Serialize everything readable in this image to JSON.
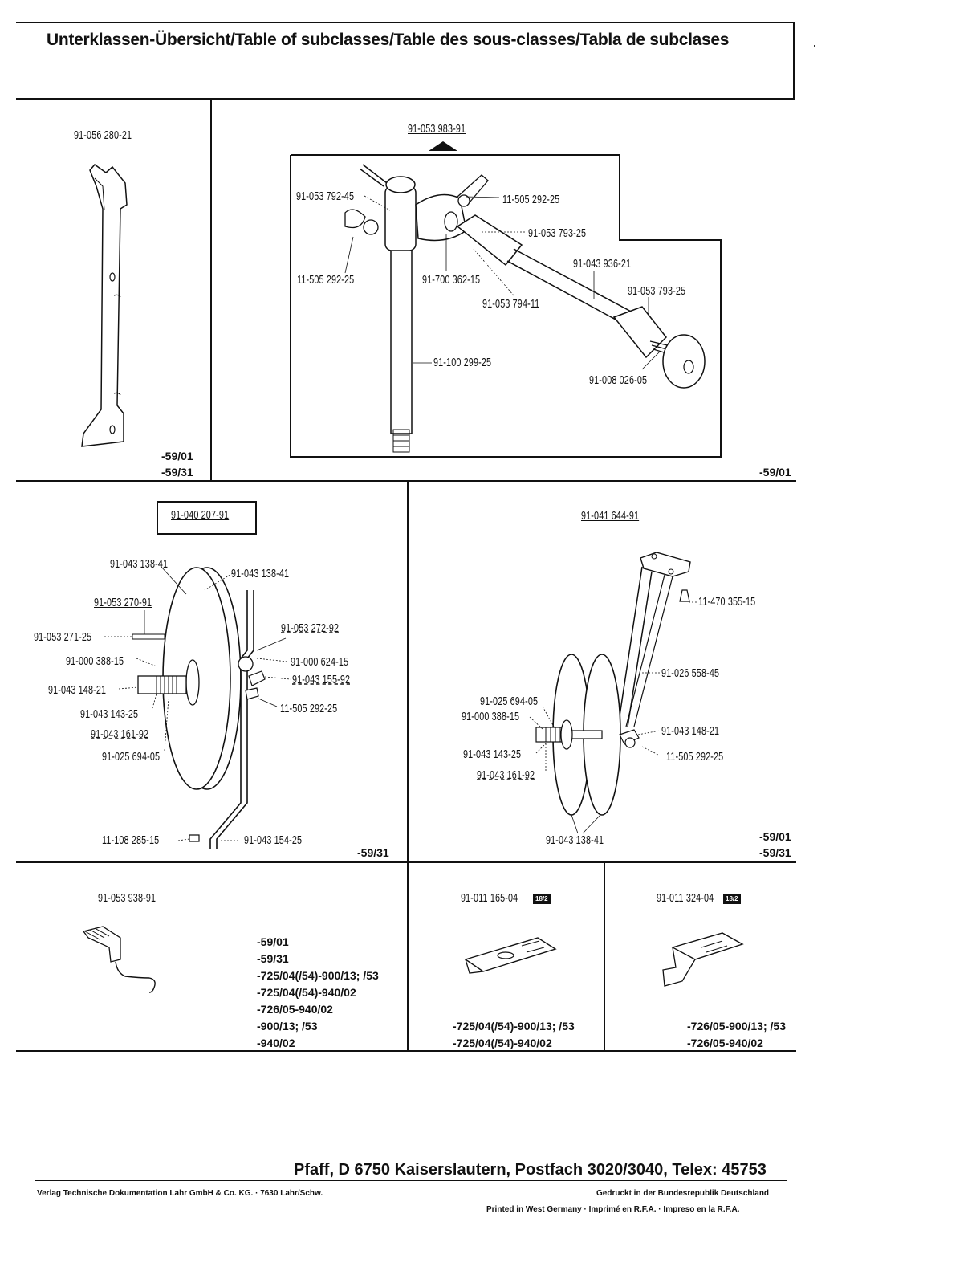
{
  "header": {
    "title": "Unterklassen-Übersicht/Table of subclasses/Table des sous-classes/Tabla de subclases"
  },
  "panel1": {
    "part": "91-056 280-21",
    "codes": [
      "-59/01",
      "-59/31"
    ]
  },
  "panel2": {
    "assembly": "91-053 983-91",
    "labels": {
      "a": "91-053 792-45",
      "b": "11-505 292-25",
      "c": "11-505 292-25",
      "d": "91-053 793-25",
      "e": "91-043 936-21",
      "f": "91-700 362-15",
      "g": "91-053 793-25",
      "h": "91-053 794-11",
      "i": "91-100 299-25",
      "j": "91-008 026-05"
    },
    "code": "-59/01"
  },
  "panel3": {
    "assembly": "91-040 207-91",
    "labels": {
      "a": "91-043 138-41",
      "b": "91-043 138-41",
      "c": "91-053 270-91",
      "d": "91-053 271-25",
      "e": "91-053 272-92",
      "f": "91-000 388-15",
      "g": "91-000 624-15",
      "h": "91-043 155-92",
      "i": "91-043 148-21",
      "j": "11-505 292-25",
      "k": "91-043 143-25",
      "l": "91-043 161-92",
      "m": "91-025 694-05",
      "n": "11-108 285-15",
      "o": "91-043 154-25"
    },
    "code": "-59/31"
  },
  "panel4": {
    "assembly": "91-041 644-91",
    "labels": {
      "a": "11-470 355-15",
      "b": "91-026 558-45",
      "c": "91-025 694-05",
      "d": "91-000 388-15",
      "e": "91-043 148-21",
      "f": "91-043 143-25",
      "g": "11-505 292-25",
      "h": "91-043 161-92",
      "i": "91-043 138-41"
    },
    "codes": [
      "-59/01",
      "-59/31"
    ]
  },
  "panel5": {
    "part": "91-053 938-91",
    "codes": [
      "-59/01",
      "-59/31",
      "-725/04(/54)-900/13; /53",
      "-725/04(/54)-940/02",
      "-726/05-940/02",
      "-900/13; /53",
      "-940/02"
    ]
  },
  "panel6": {
    "part": "91-011 165-04",
    "badge": "18/2",
    "codes": [
      "-725/04(/54)-900/13; /53",
      "-725/04(/54)-940/02"
    ]
  },
  "panel7": {
    "part": "91-011 324-04",
    "badge": "18/2",
    "codes": [
      "-726/05-900/13; /53",
      "-726/05-940/02"
    ]
  },
  "footer": {
    "address": "Pfaff, D 6750 Kaiserslautern, Postfach 3020/3040, Telex: 45753",
    "publisher": "Verlag Technische Dokumentation Lahr GmbH & Co. KG. · 7630 Lahr/Schw.",
    "printed_de": "Gedruckt in der Bundesrepublik Deutschland",
    "printed_multi": "Printed in West Germany · Imprimé en R.F.A. · Impreso en la R.F.A."
  }
}
